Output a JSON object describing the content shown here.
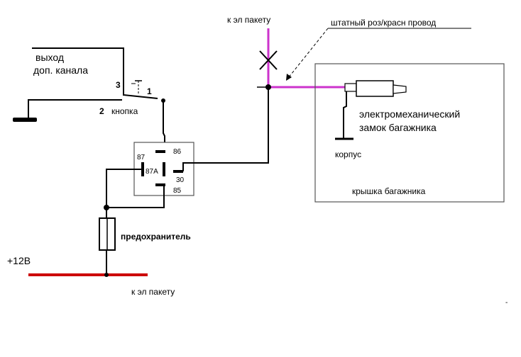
{
  "labels": {
    "output_channel_line1": "выход",
    "output_channel_line2": "доп. канала",
    "button": "кнопка",
    "switch_pin_3": "3",
    "switch_pin_1": "1",
    "switch_pin_2": "2",
    "to_bundle_top": "к эл пакету",
    "stock_wire": "штатный роз/красн провод",
    "lock_line1": "электромеханический",
    "lock_line2": "замок багажника",
    "body_ground": "корпус",
    "trunk_lid": "крышка багажника",
    "fuse": "предохранитель",
    "plus12v": "+12В",
    "to_bundle_bottom": "к эл пакету",
    "relay_pin_87": "87",
    "relay_pin_87a": "87A",
    "relay_pin_86": "86",
    "relay_pin_30": "30",
    "relay_pin_85": "85",
    "stray_mark": "-"
  },
  "colors": {
    "wire": "#000000",
    "stock_wire": "#cc33cc",
    "power_rail": "#cc0000",
    "trunk_box": "#555555"
  }
}
